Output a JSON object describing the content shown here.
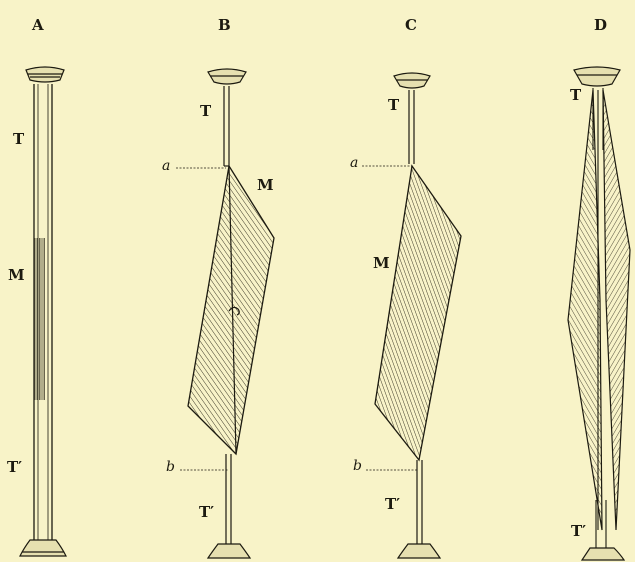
{
  "colors": {
    "background": "#f8f3c8",
    "ink": "#1c1a10"
  },
  "panels": [
    {
      "id": "A",
      "title": "A",
      "labels": {
        "tendon_top": "T",
        "muscle": "M",
        "tendon_bottom": "T′"
      }
    },
    {
      "id": "B",
      "title": "B",
      "labels": {
        "tendon_top": "T",
        "muscle": "M",
        "tendon_bottom": "T′",
        "point_a": "a",
        "point_b": "b"
      }
    },
    {
      "id": "C",
      "title": "C",
      "labels": {
        "tendon_top": "T",
        "muscle": "M",
        "tendon_bottom": "T′",
        "point_a": "a",
        "point_b": "b"
      }
    },
    {
      "id": "D",
      "title": "D",
      "labels": {
        "tendon_top": "T",
        "tendon_bottom": "T′"
      }
    }
  ]
}
